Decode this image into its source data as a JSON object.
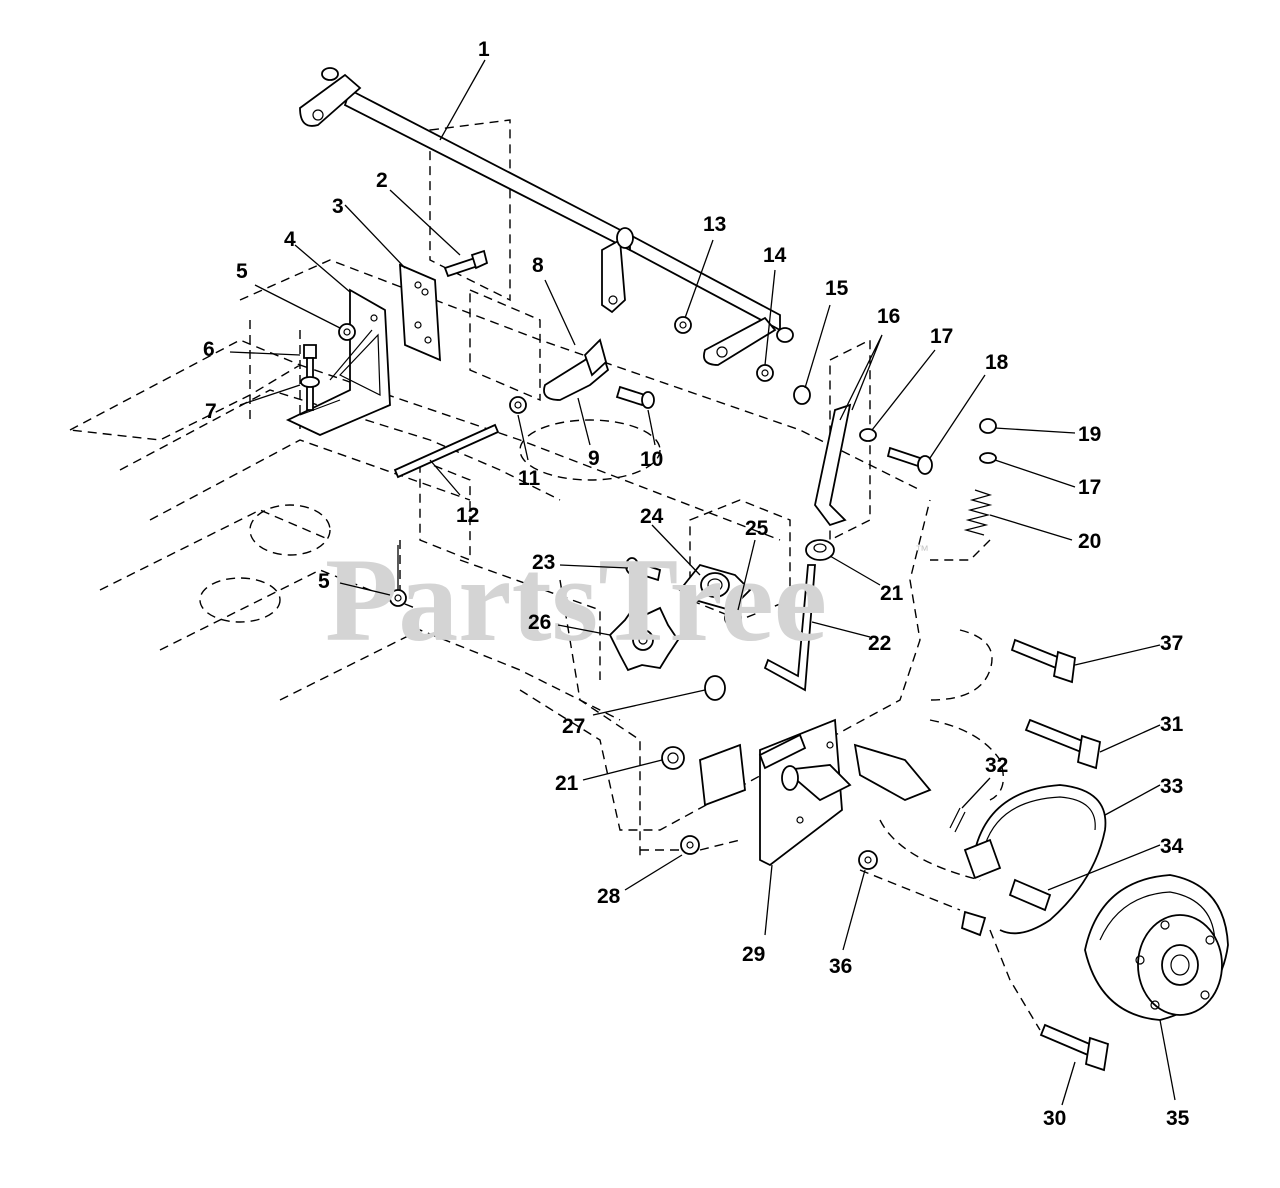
{
  "watermark": {
    "text": "PartsTree",
    "trademark": "™"
  },
  "callouts": [
    {
      "id": "c1",
      "label": "1"
    },
    {
      "id": "c2",
      "label": "2"
    },
    {
      "id": "c3",
      "label": "3"
    },
    {
      "id": "c4",
      "label": "4"
    },
    {
      "id": "c5a",
      "label": "5"
    },
    {
      "id": "c6",
      "label": "6"
    },
    {
      "id": "c7",
      "label": "7"
    },
    {
      "id": "c8",
      "label": "8"
    },
    {
      "id": "c9",
      "label": "9"
    },
    {
      "id": "c10",
      "label": "10"
    },
    {
      "id": "c11",
      "label": "11"
    },
    {
      "id": "c12",
      "label": "12"
    },
    {
      "id": "c13",
      "label": "13"
    },
    {
      "id": "c14",
      "label": "14"
    },
    {
      "id": "c15",
      "label": "15"
    },
    {
      "id": "c16",
      "label": "16"
    },
    {
      "id": "c17a",
      "label": "17"
    },
    {
      "id": "c18",
      "label": "18"
    },
    {
      "id": "c19",
      "label": "19"
    },
    {
      "id": "c17b",
      "label": "17"
    },
    {
      "id": "c20",
      "label": "20"
    },
    {
      "id": "c5b",
      "label": "5"
    },
    {
      "id": "c23",
      "label": "23"
    },
    {
      "id": "c24",
      "label": "24"
    },
    {
      "id": "c25",
      "label": "25"
    },
    {
      "id": "c21a",
      "label": "21"
    },
    {
      "id": "c26",
      "label": "26"
    },
    {
      "id": "c22",
      "label": "22"
    },
    {
      "id": "c37",
      "label": "37"
    },
    {
      "id": "c27",
      "label": "27"
    },
    {
      "id": "c31",
      "label": "31"
    },
    {
      "id": "c32",
      "label": "32"
    },
    {
      "id": "c33",
      "label": "33"
    },
    {
      "id": "c21b",
      "label": "21"
    },
    {
      "id": "c34",
      "label": "34"
    },
    {
      "id": "c28",
      "label": "28"
    },
    {
      "id": "c29",
      "label": "29"
    },
    {
      "id": "c36",
      "label": "36"
    },
    {
      "id": "c30",
      "label": "30"
    },
    {
      "id": "c35",
      "label": "35"
    }
  ]
}
